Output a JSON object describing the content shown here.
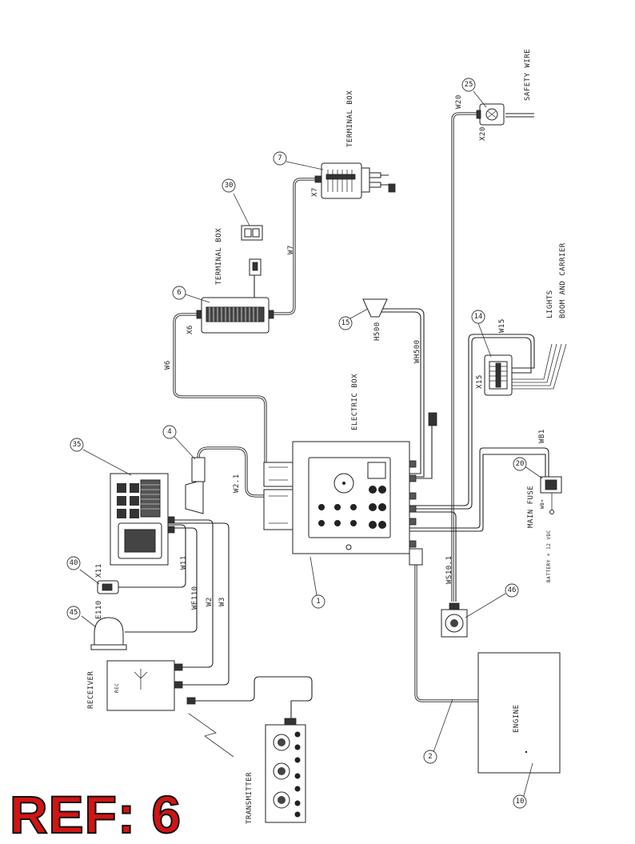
{
  "diagram": {
    "labels": {
      "safety_wire": "SAFETY WIRE",
      "w20": "W20",
      "x20": "X20",
      "terminal_box_top": "TERMINAL BOX",
      "x7": "X7",
      "w7": "W7",
      "terminal_box_mid": "TERMINAL BOX",
      "x6": "X6",
      "w6": "W6",
      "lights": "LIGHTS",
      "boom_carrier": "BOOM AND CARRIER",
      "w15": "W15",
      "x15": "X15",
      "h500": "H500",
      "wh500": "WH500",
      "electric_box": "ELECTRIC BOX",
      "wb1": "WB1",
      "main_fuse": "MAIN FUSE",
      "battery": "BATTERY + 12 VDC",
      "wb_plus": "WB+",
      "w2_1": "W2.1",
      "ws10_1": "WS10.1",
      "x11": "X11",
      "w11": "W11",
      "we110": "WE110",
      "w2": "W2",
      "w3": "W3",
      "e110": "E110",
      "receiver": "RECEIVER",
      "transmitter": "TRANSMITTER",
      "engine": "ENGINE",
      "rec_tag": "REC"
    },
    "callouts": [
      "25",
      "7",
      "30",
      "6",
      "15",
      "14",
      "35",
      "4",
      "20",
      "40",
      "45",
      "1",
      "46",
      "2",
      "10"
    ]
  },
  "ref_label": "REF: 6",
  "colors": {
    "ref_fill": "#d21414",
    "ref_outline": "#111111"
  }
}
